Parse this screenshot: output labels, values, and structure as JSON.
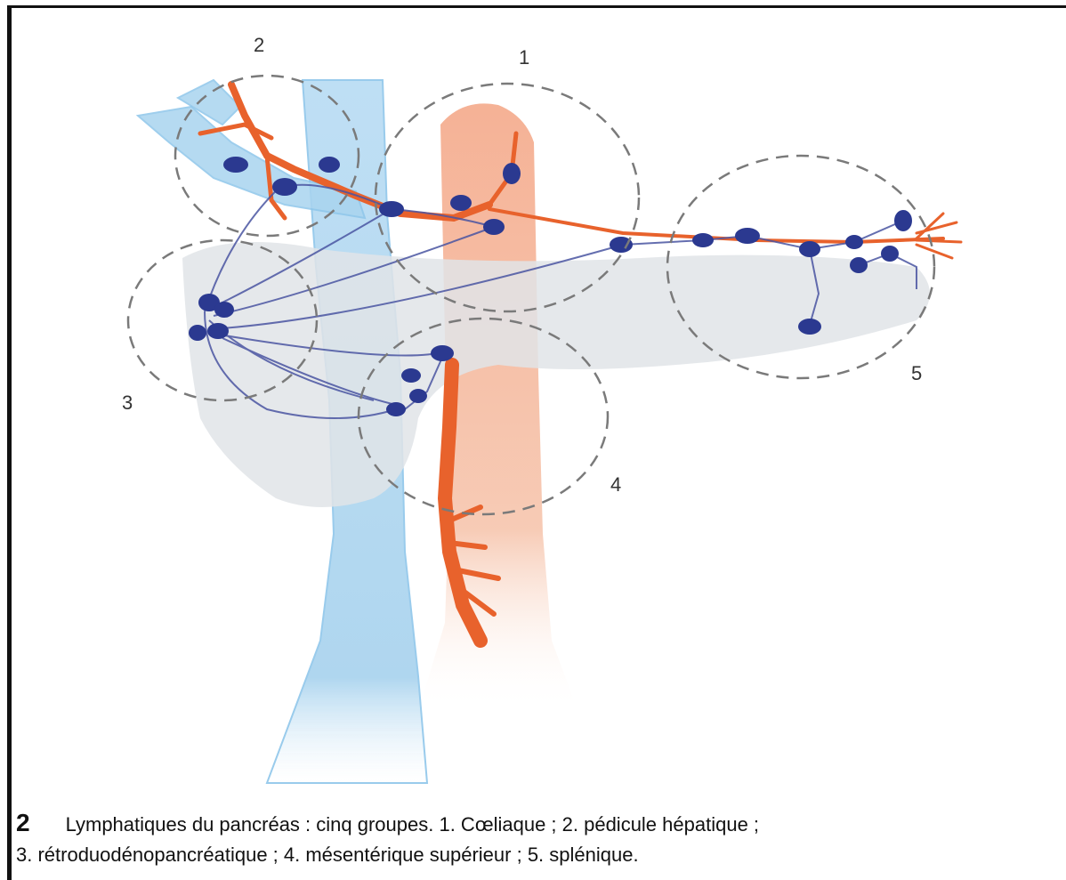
{
  "figure": {
    "number": "2",
    "caption_line1": "Lymphatiques du pancréas : cinq groupes. 1. Cœliaque ; 2. pédicule hépatique ;",
    "caption_line2": "3. rétroduodénopancréatique ; 4. mésentérique supérieur ; 5. splénique."
  },
  "groups": [
    {
      "label": "1"
    },
    {
      "label": "2"
    },
    {
      "label": "3"
    },
    {
      "label": "4"
    },
    {
      "label": "5"
    }
  ],
  "colors": {
    "vein": "#a9d4ef",
    "aorta": "#f1b89b",
    "artery": "#e8622c",
    "pancreas": "#e2e6ea",
    "lymph_node": "#2b3990",
    "lymph_vessel": "#4a55a2",
    "circle": "#7a7a7a"
  }
}
